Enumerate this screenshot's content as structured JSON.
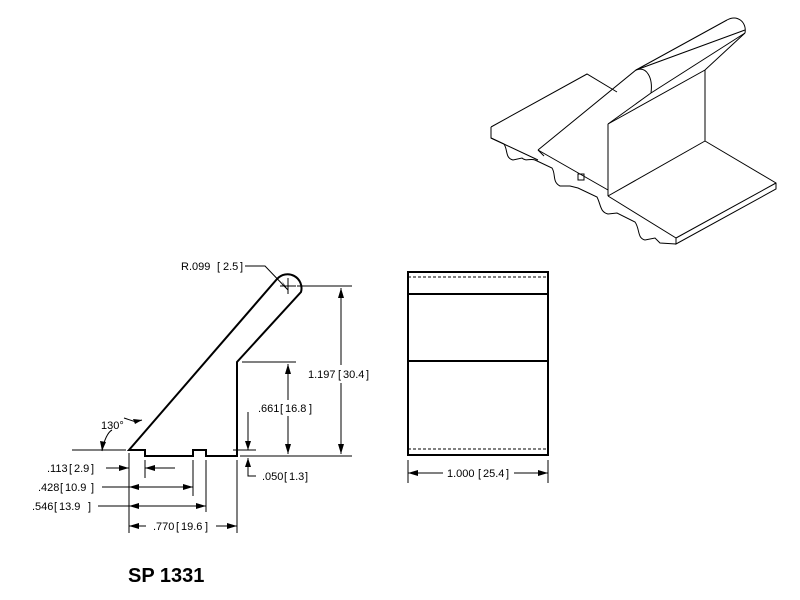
{
  "part_number": "SP 1331",
  "dimensions": {
    "radius": {
      "in": "R.099",
      "mm": "2.5"
    },
    "angle": "130°",
    "overall_height": {
      "in": "1.197",
      "mm": "30.4"
    },
    "wall_height": {
      "in": ".661",
      "mm": "16.8"
    },
    "base_thickness": {
      "in": ".050",
      "mm": "1.3"
    },
    "slot_offset": {
      "in": ".113",
      "mm": "2.9"
    },
    "tooth_start": {
      "in": ".428",
      "mm": "10.9"
    },
    "tooth_end": {
      "in": ".546",
      "mm": "13.9"
    },
    "base_length": {
      "in": ".770",
      "mm": "19.6"
    },
    "width": {
      "in": "1.000",
      "mm": "25.4"
    }
  },
  "views": [
    "isometric-view",
    "side-profile-view",
    "front-view"
  ]
}
